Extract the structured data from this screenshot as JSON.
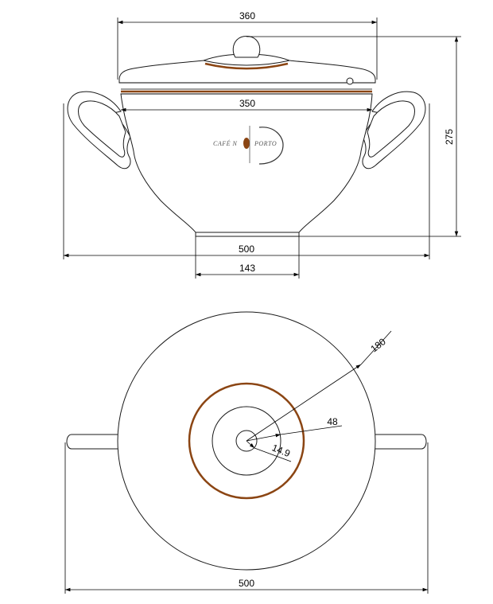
{
  "colors": {
    "accent": "#8B4513",
    "line": "#000000"
  },
  "side_view": {
    "dim_lid_width": "360",
    "dim_rim_width": "350",
    "dim_height": "275",
    "dim_overall_width": "500",
    "dim_base_width": "143"
  },
  "logo": {
    "left_text": "CAFÉ N",
    "right_text": "PORTO"
  },
  "top_view": {
    "dim_outer_radius": "180",
    "dim_inner_radius": "48",
    "dim_knob_radius": "14.9",
    "dim_overall_width": "500"
  }
}
